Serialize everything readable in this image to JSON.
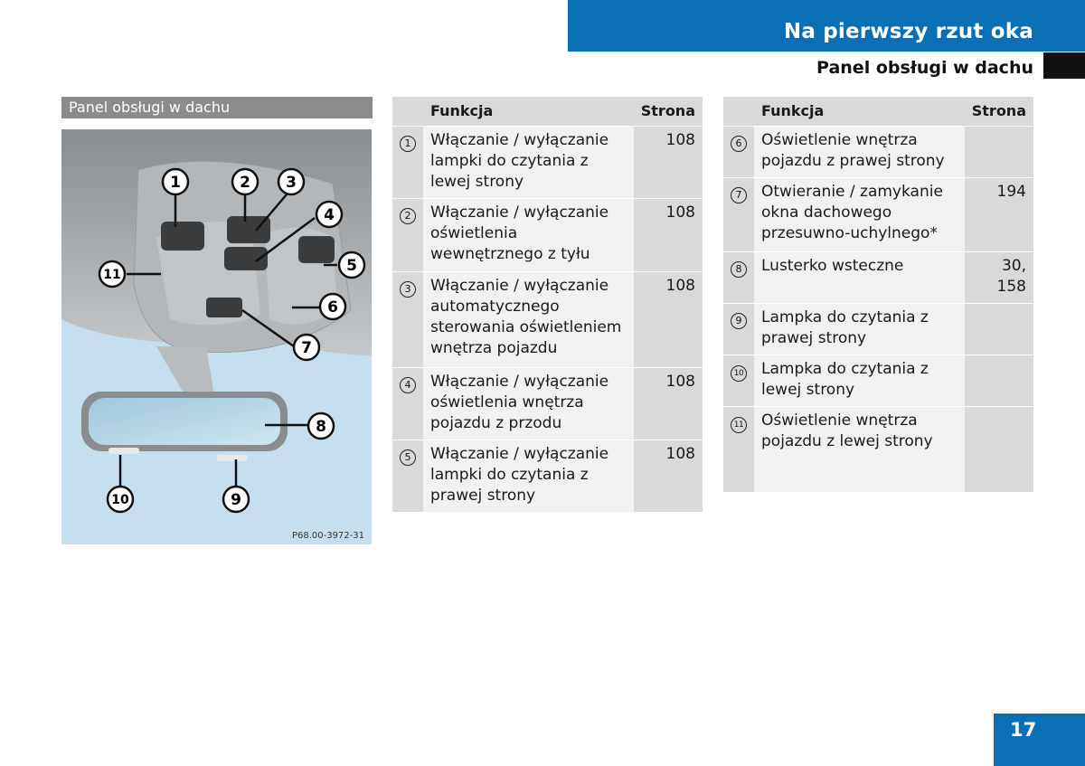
{
  "header": {
    "title": "Na pierwszy rzut oka",
    "subtitle": "Panel obsługi w dachu"
  },
  "section": {
    "label": "Panel obsługi w dachu"
  },
  "figure": {
    "code": "P68.00-3972-31",
    "callouts": [
      "1",
      "2",
      "3",
      "4",
      "5",
      "6",
      "7",
      "8",
      "9",
      "10",
      "11"
    ]
  },
  "table_left": {
    "headers": {
      "function": "Funkcja",
      "page": "Strona"
    },
    "rows": [
      {
        "num": "1",
        "text": "Włączanie / wyłączanie lampki do czytania z lewej strony",
        "page": "108"
      },
      {
        "num": "2",
        "text": "Włączanie / wyłączanie oświetlenia wewnętrznego z tyłu",
        "page": "108"
      },
      {
        "num": "3",
        "text": "Włączanie / wyłączanie automatycznego sterowania oświetleniem wnętrza pojazdu",
        "page": "108"
      },
      {
        "num": "4",
        "text": "Włączanie / wyłączanie oświetlenia wnętrza pojazdu z przodu",
        "page": "108"
      },
      {
        "num": "5",
        "text": "Włączanie / wyłączanie lampki do czytania z prawej strony",
        "page": "108"
      }
    ]
  },
  "table_right": {
    "headers": {
      "function": "Funkcja",
      "page": "Strona"
    },
    "rows": [
      {
        "num": "6",
        "text": "Oświetlenie wnętrza pojazdu z prawej strony",
        "page": ""
      },
      {
        "num": "7",
        "text": "Otwieranie / zamykanie okna dachowego przesuwno-uchylnego*",
        "page": "194"
      },
      {
        "num": "8",
        "text": "Lusterko wsteczne",
        "page": "30, 158"
      },
      {
        "num": "9",
        "text": "Lampka do czytania z prawej strony",
        "page": ""
      },
      {
        "num": "10",
        "text": "Lampka do czytania z lewej strony",
        "page": ""
      },
      {
        "num": "11",
        "text": "Oświetlenie wnętrza pojazdu z lewej strony",
        "page": ""
      }
    ]
  },
  "page_number": "17",
  "colors": {
    "accent": "#0a6fb4",
    "table_dark": "#d9d9d9",
    "table_light": "#f1f1f1",
    "figure_bg": "#c7deef"
  }
}
